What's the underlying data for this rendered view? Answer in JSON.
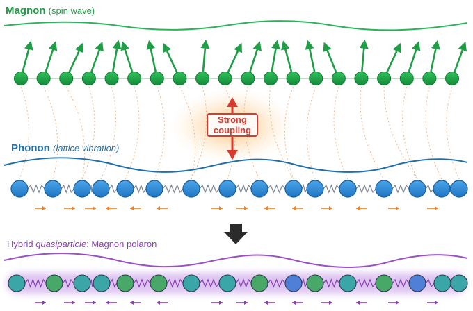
{
  "labels": {
    "magnon_title": "Magnon",
    "magnon_subtitle": "(spin wave)",
    "phonon_title": "Phonon",
    "phonon_subtitle": "(lattice vibration)",
    "hybrid_prefix": "Hybrid ",
    "hybrid_italic": "quasiparticle",
    "hybrid_suffix": ": Magnon polaron",
    "coupling_line1": "Strong",
    "coupling_line2": "coupling"
  },
  "colors": {
    "magnon": "#1e9e45",
    "phonon": "#1f6fa8",
    "phonon_ball": "#2f8fdc",
    "hybrid": "#8a3fb3",
    "coupling": "#d83a2f",
    "displacement_arrow": "#f07f23"
  },
  "spin_tilts_deg": [
    15,
    18,
    25,
    20,
    10,
    -18,
    -12,
    -25,
    5,
    25,
    18,
    10,
    -15,
    -12,
    -22,
    5,
    25,
    18,
    12,
    20
  ],
  "phonon_arrow_directions": [
    "right",
    "right",
    "right",
    "left",
    "left",
    "left",
    "right",
    "right",
    "left",
    "left",
    "right",
    "left",
    "right",
    "right"
  ],
  "hybrid_ball_tints": [
    "teal",
    "green",
    "teal",
    "teal",
    "green",
    "green",
    "teal",
    "teal",
    "green",
    "blue",
    "green",
    "teal",
    "green",
    "blue",
    "teal"
  ]
}
